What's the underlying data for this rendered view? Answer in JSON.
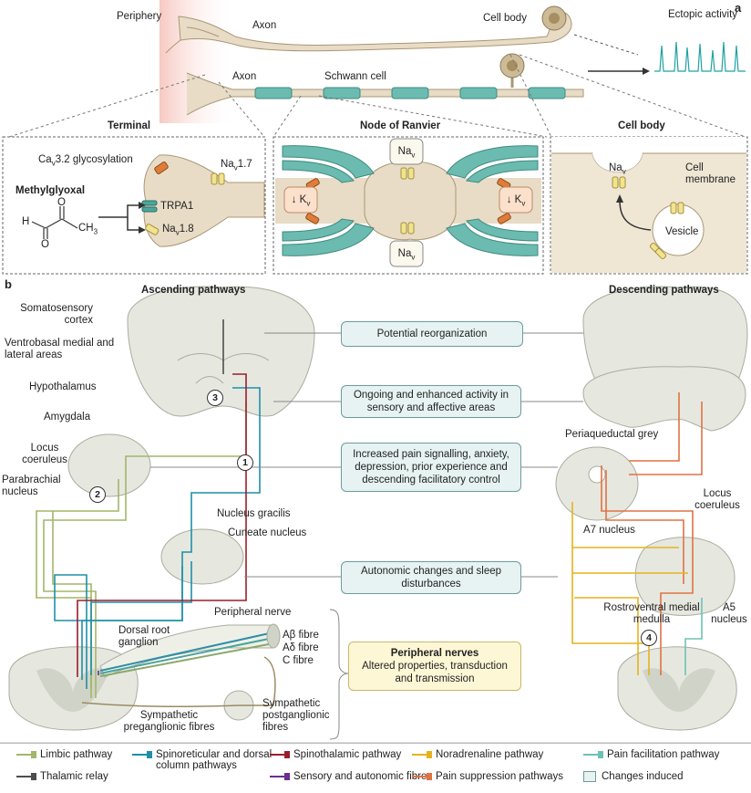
{
  "panel_a": {
    "letter": "a",
    "periphery": "Periphery",
    "axon_top": "Axon",
    "axon_bottom": "Axon",
    "cell_body": "Cell body",
    "schwann_cell": "Schwann cell",
    "ectopic_activity": "Ectopic activity",
    "terminal": {
      "title": "Terminal",
      "ca_label": "Ca",
      "ca_sub": "v",
      "ca_rest": "3.2 glycosylation",
      "nav17": "Na",
      "nav17_sub": "v",
      "nav17_rest": "1.7",
      "methylglyoxal": "Methylglyoxal",
      "trpa1": "TRPA1",
      "nav18": "Na",
      "nav18_sub": "v",
      "nav18_rest": "1.8",
      "mol_o1": "O",
      "mol_h": "H",
      "mol_ch3": "CH",
      "mol_ch3_sub": "3",
      "mol_o2": "O"
    },
    "node": {
      "title": "Node of Ranvier",
      "nav_top": "Na",
      "nav_top_sub": "v",
      "nav_bottom": "Na",
      "nav_bottom_sub": "v",
      "kv_left": "↓ K",
      "kv_left_sub": "v",
      "kv_right": "↓ K",
      "kv_right_sub": "v"
    },
    "cellbody": {
      "title": "Cell body",
      "nav": "Na",
      "nav_sub": "v",
      "membrane": "Cell membrane",
      "vesicle": "Vesicle"
    }
  },
  "panel_b": {
    "letter": "b",
    "ascending_title": "Ascending pathways",
    "descending_title": "Descending pathways",
    "left_labels": {
      "somatosensory": "Somatosensory cortex",
      "ventrobasal": "Ventrobasal medial and lateral areas",
      "hypothalamus": "Hypothalamus",
      "amygdala": "Amygdala",
      "locus": "Locus coeruleus",
      "parabrachial": "Parabrachial nucleus",
      "nucleus_gracilis": "Nucleus gracilis",
      "cuneate": "Cuneate nucleus",
      "peripheral_nerve": "Peripheral nerve",
      "drg": "Dorsal root ganglion",
      "abeta": "Aβ fibre",
      "adelta": "Aδ fibre",
      "cfibre": "C fibre",
      "sym_pre": "Sympathetic preganglionic fibres",
      "sym_post": "Sympathetic postganglionic fibres"
    },
    "right_labels": {
      "pag": "Periaqueductal grey",
      "locus": "Locus coeruleus",
      "a7": "A7 nucleus",
      "rvm": "Rostroventral medial medulla",
      "a5": "A5 nucleus"
    },
    "numbers": [
      "1",
      "2",
      "3",
      "4"
    ],
    "boxes": {
      "reorg": "Potential reorganization",
      "ongoing": "Ongoing and enhanced activity in sensory and affective areas",
      "increased": "Increased pain signalling, anxiety, depression, prior experience and descending facilitatory control",
      "autonomic": "Autonomic changes and sleep disturbances",
      "peripheral_title": "Peripheral nerves",
      "peripheral_body": "Altered properties, transduction and transmission"
    }
  },
  "legend": [
    {
      "label": "Limbic pathway",
      "color": "#a3b66a"
    },
    {
      "label": "Spinoreticular and dorsal column pathways",
      "color": "#1f8fa8"
    },
    {
      "label": "Spinothalamic pathway",
      "color": "#9b1d2a"
    },
    {
      "label": "Noradrenaline pathway",
      "color": "#e7b21e"
    },
    {
      "label": "Pain facilitation pathway",
      "color": "#6ec1b5"
    },
    {
      "label": "Thalamic relay",
      "color": "#4d4d4d"
    },
    {
      "label": "Sensory and autonomic fibres",
      "color": "#6a2f8f"
    },
    {
      "label": "Pain suppression pathways",
      "color": "#e07243"
    },
    {
      "label": "Changes induced",
      "color": "#6c9c9b"
    }
  ]
}
